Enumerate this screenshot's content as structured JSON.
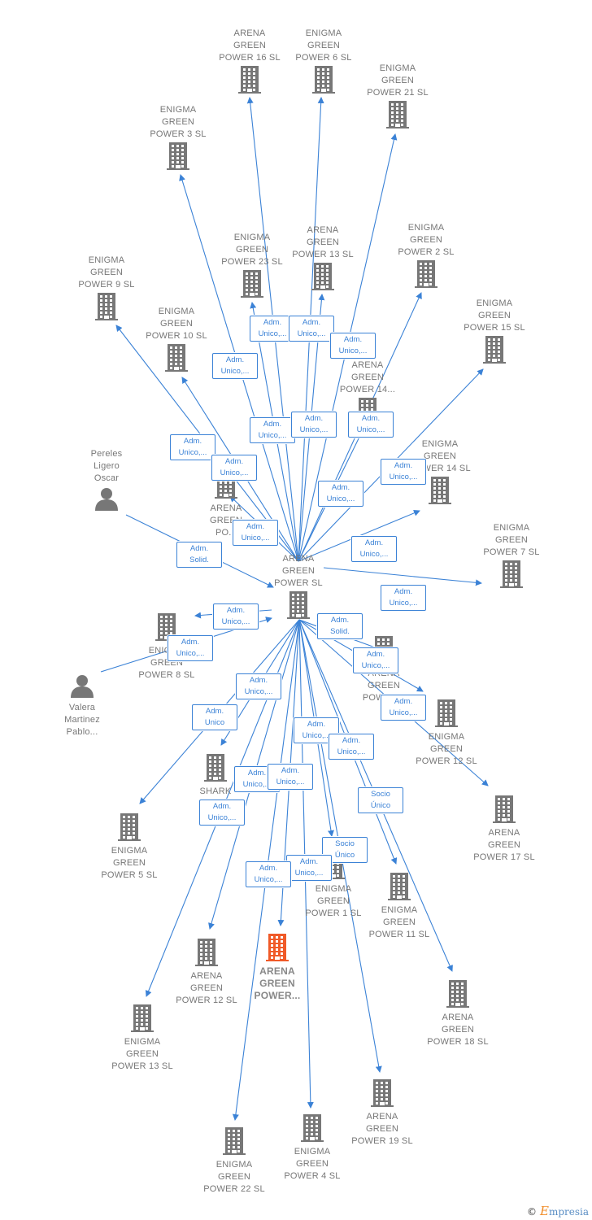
{
  "colors": {
    "edge": "#3b82d6",
    "node": "#777777",
    "highlight": "#f05a28"
  },
  "nodes": [
    {
      "id": "center",
      "label": "ARENA\nGREEN\nPOWER  SL",
      "type": "company"
    },
    {
      "id": "n16",
      "label": "ARENA\nGREEN\nPOWER 16  SL",
      "type": "company"
    },
    {
      "id": "n6",
      "label": "ENIGMA\nGREEN\nPOWER 6  SL",
      "type": "company"
    },
    {
      "id": "n21",
      "label": "ENIGMA\nGREEN\nPOWER 21  SL",
      "type": "company"
    },
    {
      "id": "n3",
      "label": "ENIGMA\nGREEN\nPOWER 3  SL",
      "type": "company"
    },
    {
      "id": "n23",
      "label": "ENIGMA\nGREEN\nPOWER 23  SL",
      "type": "company"
    },
    {
      "id": "a13",
      "label": "ARENA\nGREEN\nPOWER 13  SL",
      "type": "company"
    },
    {
      "id": "n2",
      "label": "ENIGMA\nGREEN\nPOWER 2  SL",
      "type": "company"
    },
    {
      "id": "n9",
      "label": "ENIGMA\nGREEN\nPOWER 9  SL",
      "type": "company"
    },
    {
      "id": "n10",
      "label": "ENIGMA\nGREEN\nPOWER 10  SL",
      "type": "company"
    },
    {
      "id": "n15",
      "label": "ENIGMA\nGREEN\nPOWER 15  SL",
      "type": "company"
    },
    {
      "id": "a14",
      "label": "ARENA\nGREEN\nPOWER 14...",
      "type": "company"
    },
    {
      "id": "arenaX",
      "label": "ARENA\nGREEN\nPO...",
      "type": "company"
    },
    {
      "id": "n14",
      "label": "ENIGMA\nGREEN\nPOWER 14  SL",
      "type": "company"
    },
    {
      "id": "pereles",
      "label": "Pereles\nLigero\nOscar",
      "type": "person"
    },
    {
      "id": "n7",
      "label": "ENIGMA\nGREEN\nPOWER 7  SL",
      "type": "company"
    },
    {
      "id": "n8",
      "label": "ENIGMA\nGREEN\nPOWER 8  SL",
      "type": "company"
    },
    {
      "id": "arenaY",
      "label": "ARENA\nGREEN\nPOWER...",
      "type": "company"
    },
    {
      "id": "valera",
      "label": "Valera\nMartinez\nPablo...",
      "type": "person"
    },
    {
      "id": "n12",
      "label": "ENIGMA\nGREEN\nPOWER 12  SL",
      "type": "company"
    },
    {
      "id": "shark",
      "label": "SHARK\nR...",
      "type": "company"
    },
    {
      "id": "a17",
      "label": "ARENA\nGREEN\nPOWER 17  SL",
      "type": "company"
    },
    {
      "id": "n5",
      "label": "ENIGMA\nGREEN\nPOWER 5  SL",
      "type": "company"
    },
    {
      "id": "n1",
      "label": "ENIGMA\nGREEN\nPOWER 1  SL",
      "type": "company"
    },
    {
      "id": "n11",
      "label": "ENIGMA\nGREEN\nPOWER 11  SL",
      "type": "company"
    },
    {
      "id": "a12",
      "label": "ARENA\nGREEN\nPOWER 12  SL",
      "type": "company"
    },
    {
      "id": "main",
      "label": "ARENA\nGREEN\nPOWER...",
      "type": "company",
      "highlight": true
    },
    {
      "id": "a18",
      "label": "ARENA\nGREEN\nPOWER 18  SL",
      "type": "company"
    },
    {
      "id": "n13",
      "label": "ENIGMA\nGREEN\nPOWER 13  SL",
      "type": "company"
    },
    {
      "id": "a19",
      "label": "ARENA\nGREEN\nPOWER 19  SL",
      "type": "company"
    },
    {
      "id": "n4",
      "label": "ENIGMA\nGREEN\nPOWER 4  SL",
      "type": "company"
    },
    {
      "id": "n22",
      "label": "ENIGMA\nGREEN\nPOWER 22  SL",
      "type": "company"
    }
  ],
  "relations": [
    {
      "id": "r1",
      "label": "Adm.\nUnico,..."
    },
    {
      "id": "r2",
      "label": "Adm.\nUnico,..."
    },
    {
      "id": "r3",
      "label": "Adm.\nUnico,..."
    },
    {
      "id": "r4",
      "label": "Adm.\nUnico,..."
    },
    {
      "id": "r5",
      "label": "Adm.\nUnico,..."
    },
    {
      "id": "r6",
      "label": "Adm.\nUnico,..."
    },
    {
      "id": "r7",
      "label": "Adm.\nUnico,..."
    },
    {
      "id": "r8",
      "label": "Adm.\nUnico,..."
    },
    {
      "id": "r9",
      "label": "Adm.\nUnico,..."
    },
    {
      "id": "r10",
      "label": "Adm.\nUnico,..."
    },
    {
      "id": "r11",
      "label": "Adm.\nUnico,..."
    },
    {
      "id": "r12",
      "label": "Adm.\nUnico,..."
    },
    {
      "id": "r13",
      "label": "Adm.\nSolid."
    },
    {
      "id": "r14",
      "label": "Adm.\nUnico,..."
    },
    {
      "id": "r15",
      "label": "Adm.\nUnico,..."
    },
    {
      "id": "r16",
      "label": "Adm.\nUnico,..."
    },
    {
      "id": "r17",
      "label": "Adm.\nUnico,..."
    },
    {
      "id": "r18",
      "label": "Adm.\nSolid."
    },
    {
      "id": "r19",
      "label": "Adm.\nUnico,..."
    },
    {
      "id": "r20",
      "label": "Adm.\nUnico,..."
    },
    {
      "id": "r21",
      "label": "Adm.\nUnico"
    },
    {
      "id": "r22",
      "label": "Adm.\nUnico,..."
    },
    {
      "id": "r23",
      "label": "Adm.\nUnico,..."
    },
    {
      "id": "r24",
      "label": "Adm.\nUnico,..."
    },
    {
      "id": "r25",
      "label": "Adm.\nUnico,..."
    },
    {
      "id": "r26",
      "label": "Adm.\nUnico,..."
    },
    {
      "id": "r27",
      "label": "Socio\nÚnico"
    },
    {
      "id": "r28",
      "label": "Adm.\nUnico,..."
    },
    {
      "id": "r29",
      "label": "Socio\nÚnico"
    },
    {
      "id": "r30",
      "label": "Adm.\nUnico,..."
    },
    {
      "id": "r31",
      "label": "Adm.\nUnico,..."
    },
    {
      "id": "r32",
      "label": "Adm.\nUnico,..."
    }
  ],
  "footer": {
    "copyright": "©",
    "brand_e": "E",
    "brand_rest": "mpresia"
  }
}
